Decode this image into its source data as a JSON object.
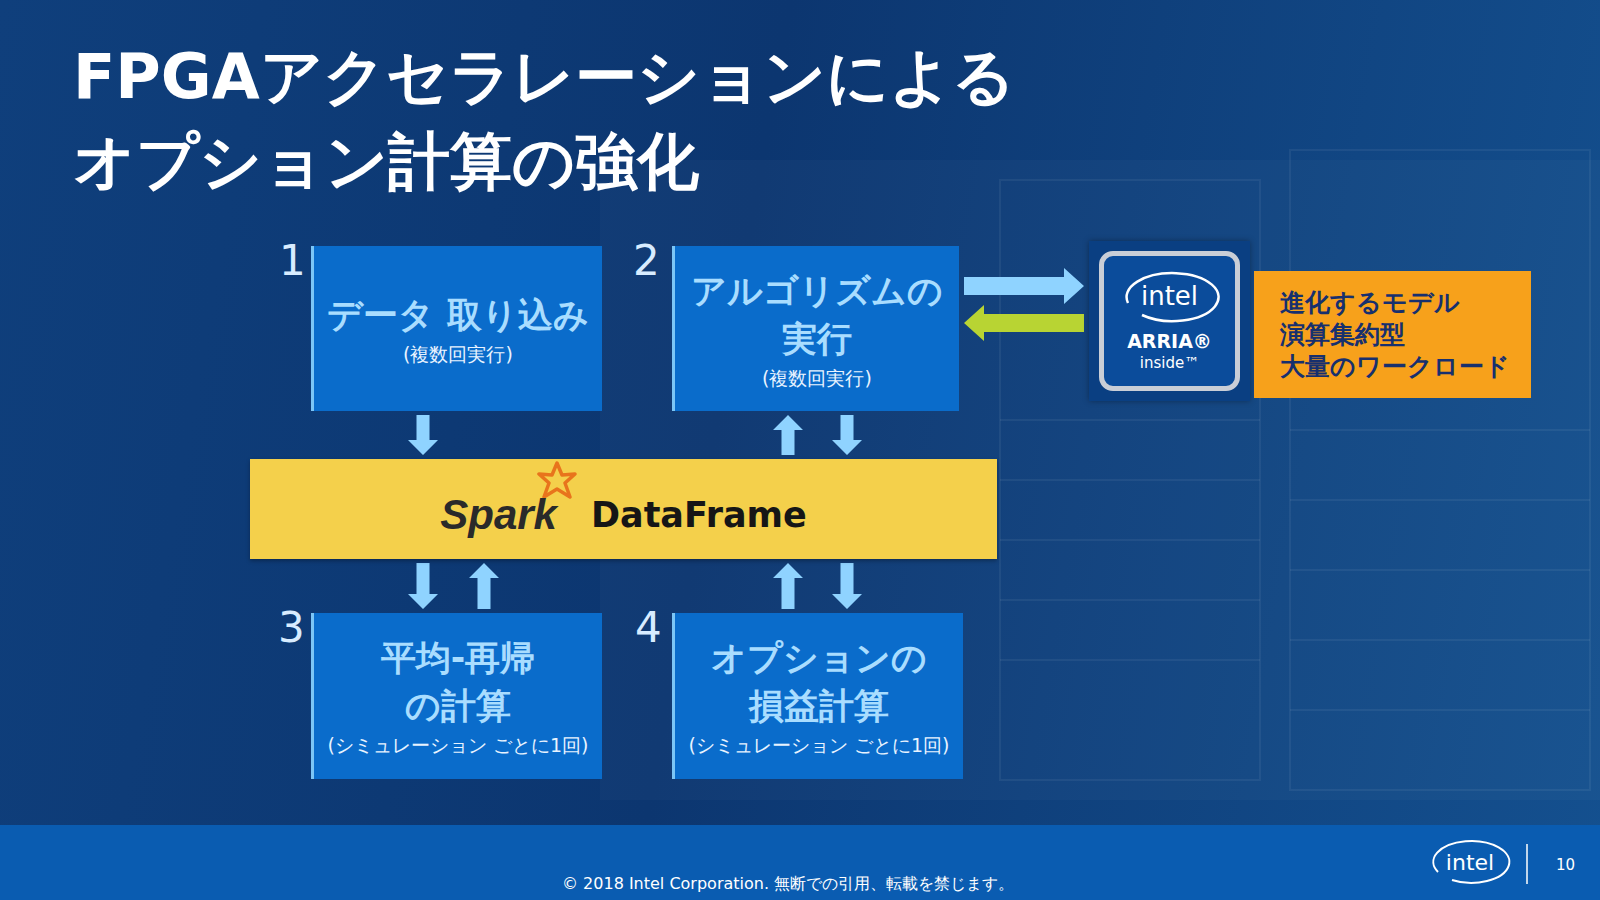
{
  "diagram": {
    "title": "FPGAアクセラレーションによる オプション計算の強化",
    "nodes": [
      {
        "text": [
          "データ 取り込み",
          "(複数回実行)"
        ]
      },
      {
        "text": [
          "アルゴリズムの 実行",
          "(複数回実行)"
        ]
      },
      {
        "text": [
          "intel",
          "ARRIA®",
          "inside™"
        ]
      },
      {
        "text": [
          "進化するモデル 演算集約型 大量のワークロード"
        ]
      },
      {
        "text": [
          "Spark",
          "DataFrame"
        ]
      },
      {
        "text": [
          "平均-再帰 の計算",
          "(シミュレーション ごとに1回)"
        ]
      },
      {
        "text": [
          "オプションの 損益計算",
          "(シミュレーション ごとに1回)"
        ]
      }
    ],
    "edges": [
      {
        "from": 0,
        "to": 4,
        "arrow": "to"
      },
      {
        "from": 4,
        "to": 1,
        "arrow": "to"
      },
      {
        "from": 1,
        "to": 4,
        "arrow": "to"
      },
      {
        "from": 1,
        "to": 2,
        "arrow": "to"
      },
      {
        "from": 2,
        "to": 1,
        "arrow": "to"
      },
      {
        "from": 4,
        "to": 5,
        "arrow": "to"
      },
      {
        "from": 5,
        "to": 4,
        "arrow": "to"
      },
      {
        "from": 6,
        "to": 4,
        "arrow": "to"
      },
      {
        "from": 4,
        "to": 6,
        "arrow": "to"
      }
    ],
    "labels": [
      "1",
      "2",
      "3",
      "4",
      "© 2018 Intel Corporation. 無断での引用、転載を禁じます。",
      "intel",
      "10"
    ]
  }
}
